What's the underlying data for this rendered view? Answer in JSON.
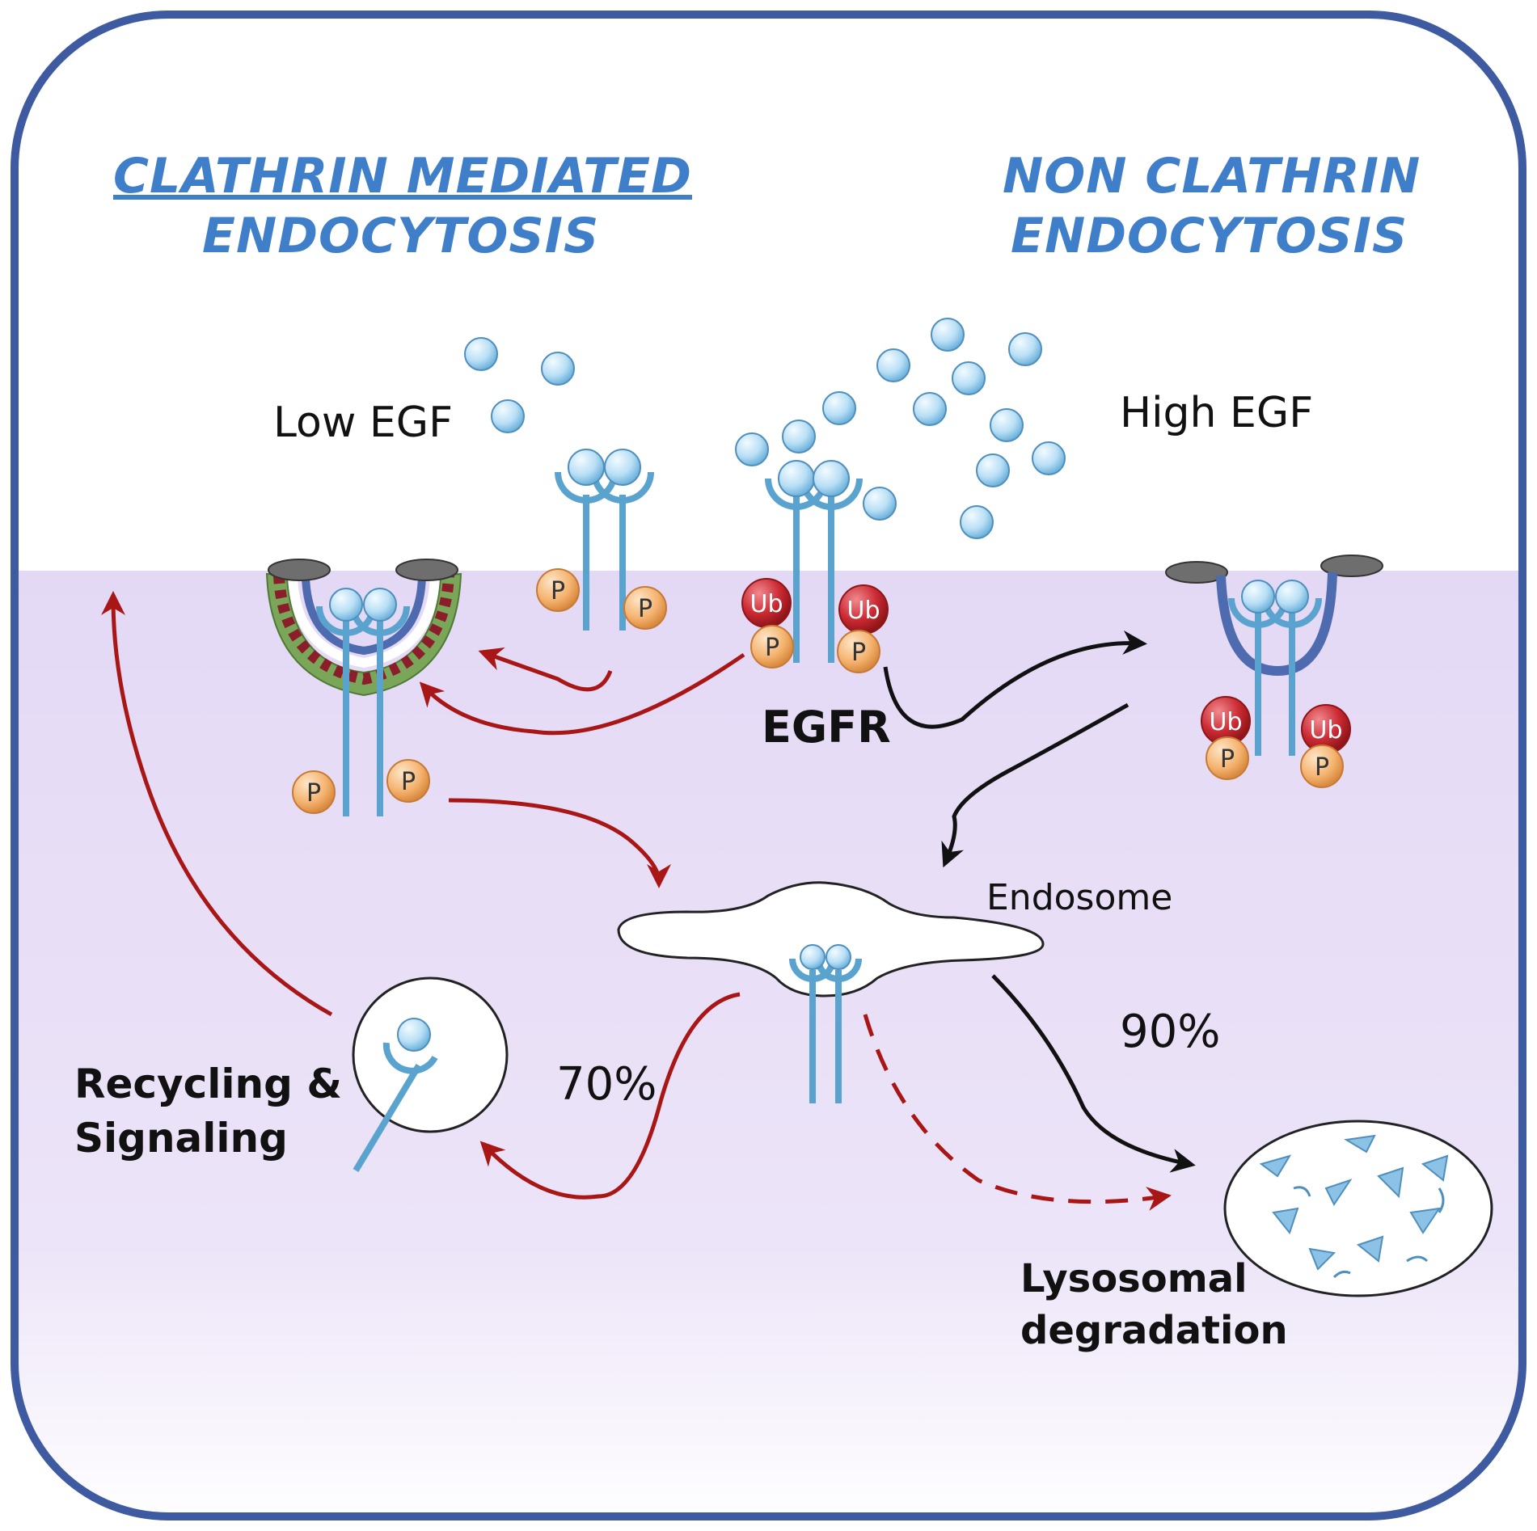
{
  "titles": {
    "left_line1": "CLATHRIN MEDIATED",
    "left_line2": "ENDOCYTOSIS",
    "right_line1": "NON CLATHRIN",
    "right_line2": "ENDOCYTOSIS"
  },
  "labels": {
    "low_egf": "Low EGF",
    "high_egf": "High EGF",
    "egfr": "EGFR",
    "endosome": "Endosome",
    "pct_recycling": "70%",
    "pct_degradation": "90%",
    "recycling_line1": "Recycling &",
    "recycling_line2": "Signaling",
    "lysosomal_line1": "Lysosomal",
    "lysosomal_line2": "degradation"
  },
  "marks": {
    "phospho": "P",
    "ubiquitin": "Ub"
  },
  "colors": {
    "frame": "#3e5aa0",
    "cytoplasm": "#e6dcf5",
    "title_blue": "#3f7ec9",
    "receptor": "#5ba3cf",
    "egf_ligand": "#b9dff5",
    "phospho_orange": "#f4b26e",
    "ubiquitin_red": "#cc2a33",
    "arrow_red": "#a81616",
    "arrow_black": "#111111",
    "clathrin_green": "#7aa65a"
  }
}
